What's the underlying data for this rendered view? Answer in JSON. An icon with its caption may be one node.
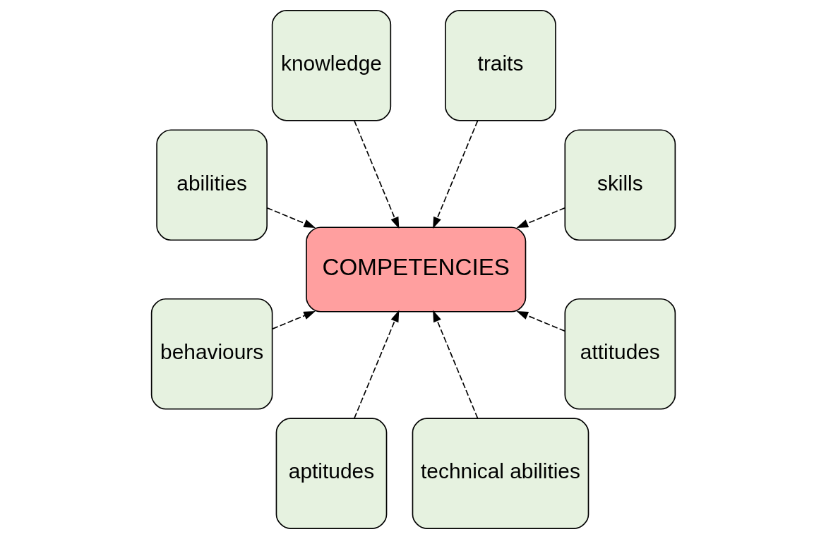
{
  "diagram": {
    "nodes": [
      {
        "text": [
          "skills"
        ]
      },
      {
        "text": [
          "traits"
        ]
      },
      {
        "text": [
          "knowledge"
        ]
      },
      {
        "text": [
          "abilities"
        ]
      },
      {
        "text": [
          "COMPETENCIES"
        ]
      },
      {
        "text": [
          "behaviours"
        ]
      },
      {
        "text": [
          "aptitudes"
        ]
      },
      {
        "text": [
          "technical abilities"
        ]
      },
      {
        "text": [
          "attitudes"
        ]
      }
    ],
    "edges": [
      {
        "from": 0,
        "to": 4,
        "arrow": "to",
        "style": "dashed"
      },
      {
        "from": 1,
        "to": 4,
        "arrow": "to",
        "style": "dashed"
      },
      {
        "from": 2,
        "to": 4,
        "arrow": "to",
        "style": "dashed"
      },
      {
        "from": 3,
        "to": 4,
        "arrow": "to",
        "style": "dashed"
      },
      {
        "from": 5,
        "to": 4,
        "arrow": "to",
        "style": "dashed"
      },
      {
        "from": 6,
        "to": 4,
        "arrow": "to",
        "style": "dashed"
      },
      {
        "from": 7,
        "to": 4,
        "arrow": "to",
        "style": "dashed"
      },
      {
        "from": 8,
        "to": 4,
        "arrow": "to",
        "style": "dashed"
      }
    ]
  }
}
